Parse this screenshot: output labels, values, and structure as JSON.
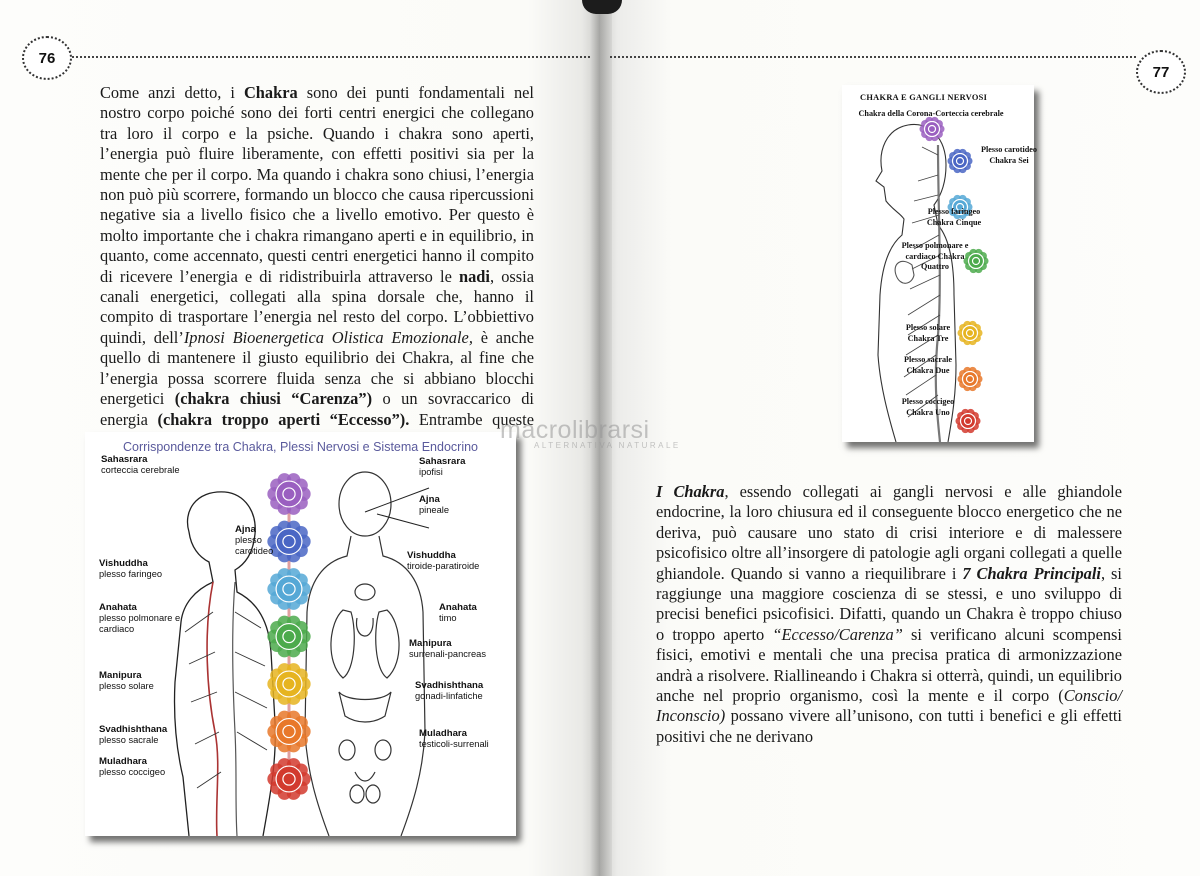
{
  "left_page": {
    "number": "76",
    "paragraph": [
      "Come anzi detto, i ",
      {
        "b": "Chakra"
      },
      " sono dei punti fondamentali nel nostro corpo poiché sono dei forti centri energici che collegano tra loro il corpo e la psiche. Quando i chakra sono aperti, l’energia può fluire liberamente, con effetti positivi sia per la mente che per il corpo. Ma quando i chakra sono chiusi, l’energia non può più scorrere, formando un blocco che causa ripercussioni negative sia a livello fisico che a livello emotivo. Per questo è molto importante che i chakra rimangano aperti e in equilibrio, in quanto, come accennato, questi centri energetici hanno il compito di ricevere l’energia e di ridistribuirla attraverso le ",
      {
        "b": "nadi"
      },
      ", ossia canali energetici, collegati alla spina dorsale che, hanno il compito di trasportare l’energia nel resto del corpo. L’obbiettivo quindi, dell’",
      {
        "i": "Ipnosi Bioenergetica Olistica Emozionale,"
      },
      " è anche quello di mantenere il giusto equilibrio dei Chakra, al fine che l’energia possa scorrere fluida senza che si abbiano blocchi energetici ",
      {
        "b": "(chakra chiusi “Carenza”)"
      },
      " o un sovraccarico di energia ",
      {
        "b": "(chakra troppo aperti “Eccesso”)."
      },
      " Entrambe queste situazioni possono creare distonie psicofisiche."
    ],
    "figure": {
      "title": "Corrispondenze tra Chakra, Plessi Nervosi e Sistema Endocrino",
      "left_labels": [
        {
          "name": "Sahasrara",
          "desc": "corteccia cerebrale"
        },
        {
          "name": "Ajna",
          "desc": "plesso carotideo"
        },
        {
          "name": "Vishuddha",
          "desc": "plesso faringeo"
        },
        {
          "name": "Anahata",
          "desc": "plesso polmonare e cardiaco"
        },
        {
          "name": "Manipura",
          "desc": "plesso solare"
        },
        {
          "name": "Svadhishthana",
          "desc": "plesso sacrale"
        },
        {
          "name": "Muladhara",
          "desc": "plesso coccigeo"
        }
      ],
      "right_labels": [
        {
          "name": "Sahasrara",
          "desc": "ipofisi"
        },
        {
          "name": "Ajna",
          "desc": "pineale"
        },
        {
          "name": "Vishuddha",
          "desc": "tiroide-paratiroide"
        },
        {
          "name": "Anahata",
          "desc": "timo"
        },
        {
          "name": "Manipura",
          "desc": "surrenali-pancreas"
        },
        {
          "name": "Svadhishthana",
          "desc": "gonadi-linfatiche"
        },
        {
          "name": "Muladhara",
          "desc": "testicoli-surrenali"
        }
      ],
      "chakra_colors": [
        "#9a5fc0",
        "#4a66c4",
        "#55a8d6",
        "#4caa4c",
        "#e6b420",
        "#e8782a",
        "#d23a2e"
      ]
    }
  },
  "right_page": {
    "number": "77",
    "figure": {
      "title": "CHAKRA E GANGLI NERVOSI",
      "labels": [
        "Chakra della Corona-Corteccia cerebrale",
        "Plesso carotideo Chakra Sei",
        "Plesso faringeo Chakra Cinque",
        "Plesso polmonare e cardiaco Chakra Quattro",
        "Plesso solare Chakra Tre",
        "Plesso sacrale Chakra Due",
        "Plesso coccigeo Chakra Uno"
      ],
      "chakra_colors": [
        "#9a5fc0",
        "#4a66c4",
        "#55a8d6",
        "#4caa4c",
        "#e6b420",
        "#e8782a",
        "#d23a2e"
      ]
    },
    "paragraph": [
      {
        "bi": "I Chakra"
      },
      ", essendo collegati ai gangli nervosi e alle ghiandole endocrine, la loro chiusura ed il conseguente blocco energetico che ne deriva, può causare uno stato di crisi interiore e di malessere psicofisico oltre all’insorgere di patologie agli organi collegati a quelle ghiandole. Quando si vanno a riequilibrare i ",
      {
        "bi": "7 Chakra Principali"
      },
      ", si raggiunge una maggiore coscienza di se stessi, e uno sviluppo di precisi benefici psicofisici. Difatti, quando un Chakra è troppo chiuso o troppo aperto ",
      {
        "i": "“Eccesso/Carenza”"
      },
      " si verificano alcuni scompensi fisici, emotivi e mentali che una precisa pratica di armonizzazione andrà a risolvere. Riallineando i Chakra si otterrà, quindi, un equilibrio anche nel proprio organismo, così la mente e il corpo (",
      {
        "i": "Conscio/ Inconscio)"
      },
      " possano vivere all’unisono, con tutti i benefici e gli effetti positivi che ne derivano"
    ]
  },
  "watermark": {
    "main": "macrolibrarsi",
    "sub": "ALTERNATIVA NATURALE"
  }
}
